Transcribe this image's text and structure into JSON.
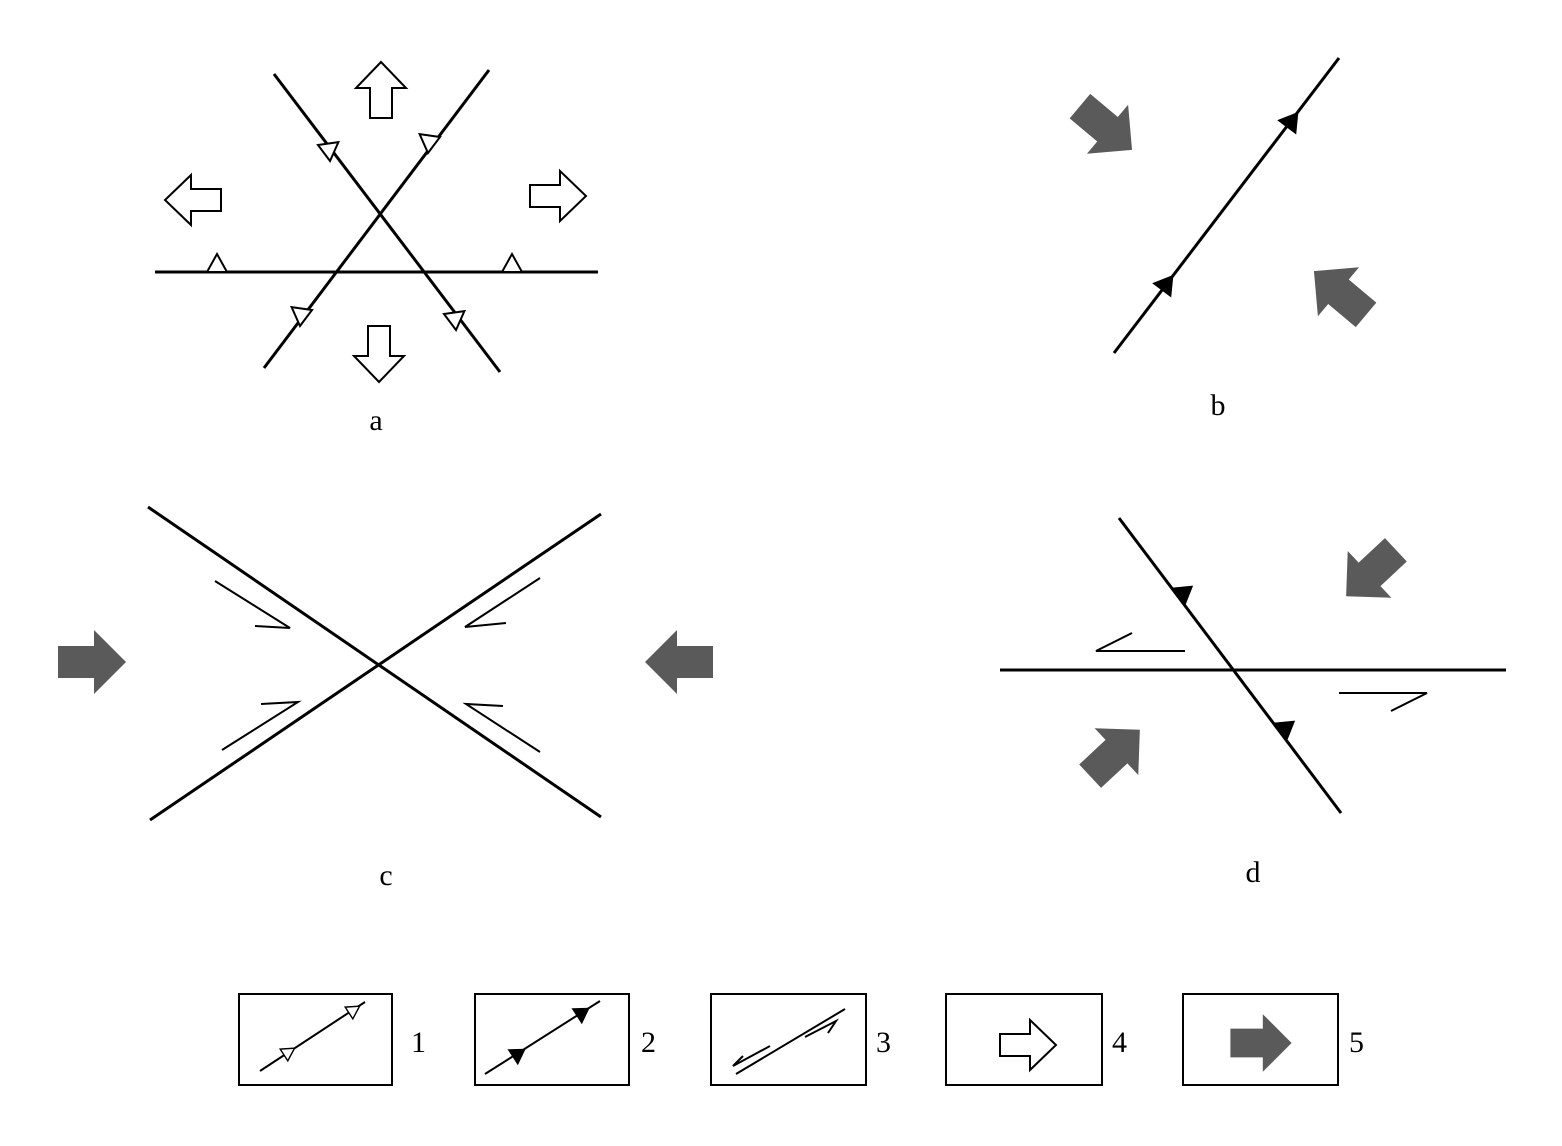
{
  "panels": {
    "a": {
      "label": "a"
    },
    "b": {
      "label": "b"
    },
    "c": {
      "label": "c"
    },
    "d": {
      "label": "d"
    }
  },
  "legend": {
    "items": [
      {
        "number": "1",
        "symbol": "normal-fault-icon"
      },
      {
        "number": "2",
        "symbol": "thrust-fault-icon"
      },
      {
        "number": "3",
        "symbol": "strike-slip-fault-icon"
      },
      {
        "number": "4",
        "symbol": "extension-arrow-icon"
      },
      {
        "number": "5",
        "symbol": "compression-arrow-icon"
      }
    ]
  },
  "caption": {
    "text": ""
  },
  "colors": {
    "line": "#000000",
    "compression_arrow": "#5a5a5a",
    "extension_arrow": "#ffffff",
    "background": "#ffffff"
  }
}
